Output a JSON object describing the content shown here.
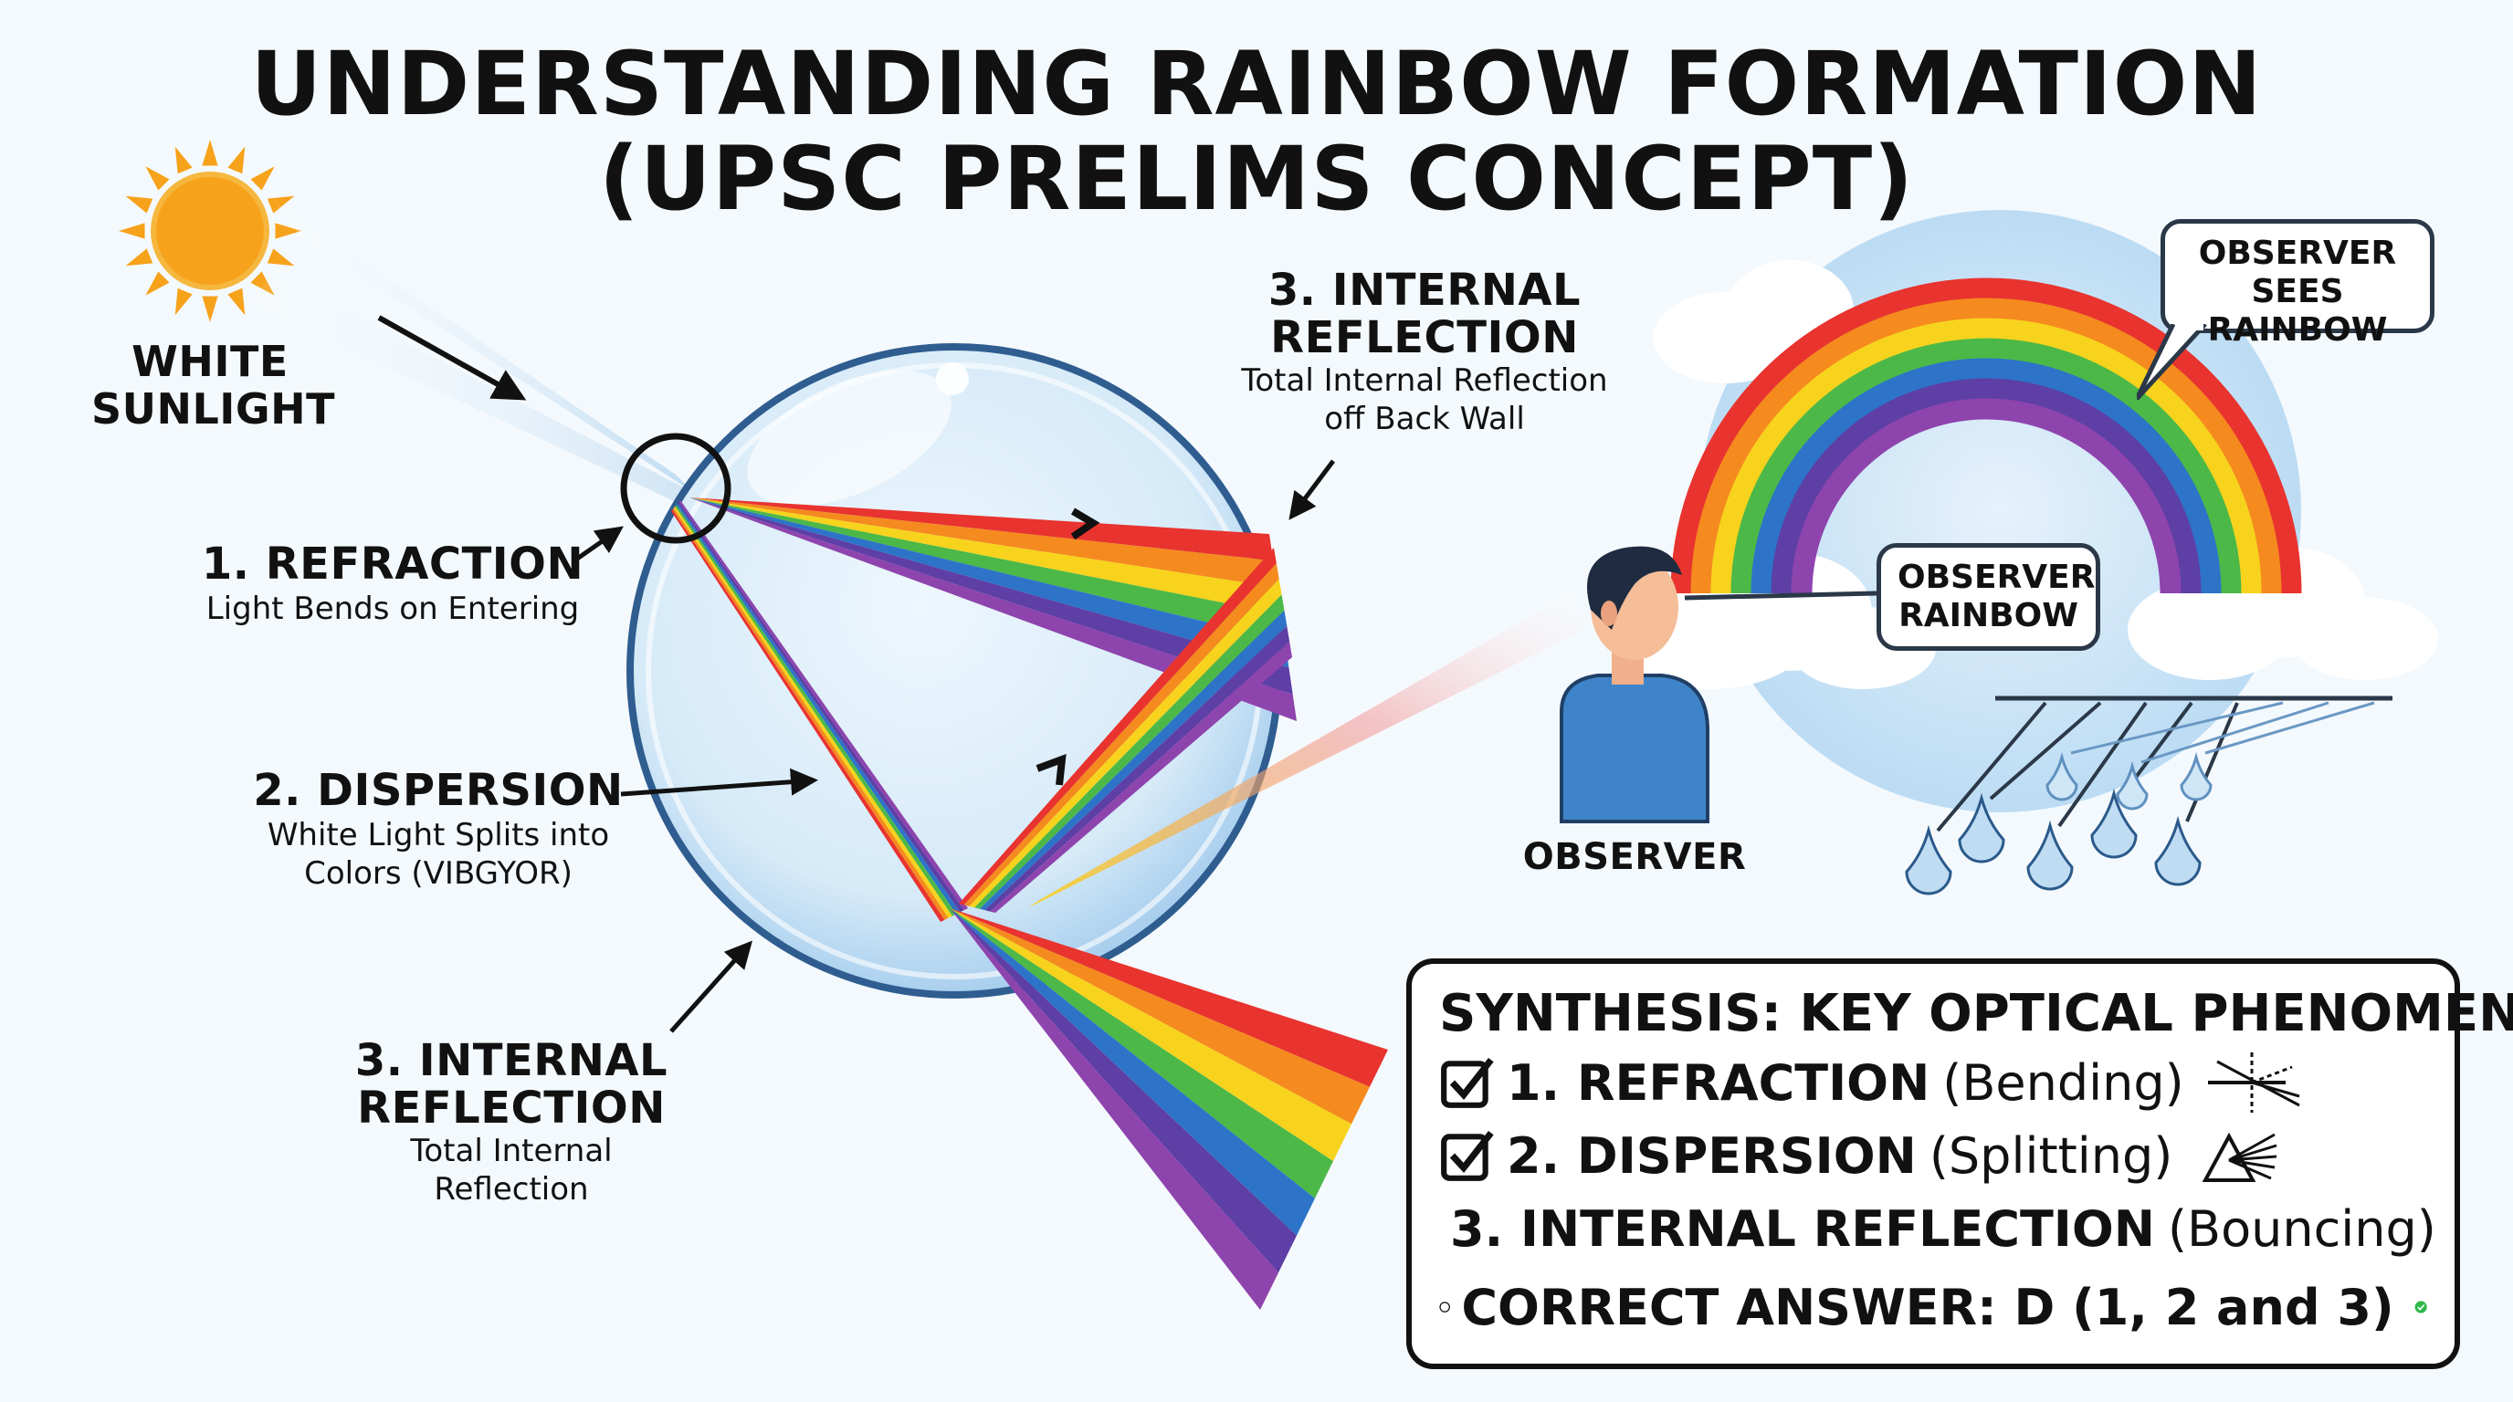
{
  "title": {
    "line1": "UNDERSTANDING RAINBOW FORMATION",
    "line2": "(UPSC PRELIMS CONCEPT)"
  },
  "labels": {
    "sunlight": [
      "WHITE",
      "SUNLIGHT"
    ],
    "refraction": {
      "heading": "1. REFRACTION",
      "sub": "Light Bends on Entering"
    },
    "dispersion": {
      "heading": "2. DISPERSION",
      "sub": [
        "White Light Splits into",
        "Colors (VIBGYOR)"
      ]
    },
    "internal_bottom": {
      "heading": [
        "3. INTERNAL",
        "REFLECTION"
      ],
      "sub": [
        "Total Internal",
        "Reflection"
      ]
    },
    "internal_top": {
      "heading": [
        "3. INTERNAL",
        "REFLECTION"
      ],
      "sub": [
        "Total Internal Reflection",
        "off Back Wall"
      ]
    },
    "observer": "OBSERVER",
    "bubble_top": [
      "OBSERVER",
      "SEES RAINBOW"
    ],
    "bubble_mid": [
      "OBSERVER",
      "RAINBOW"
    ]
  },
  "synthesis": {
    "heading": "SYNTHESIS: KEY OPTICAL PHENOMENA",
    "items": [
      {
        "bold": "1. REFRACTION",
        "normal": "(Bending)",
        "icon": "refraction-icon"
      },
      {
        "bold": "2. DISPERSION",
        "normal": "(Splitting)",
        "icon": "dispersion-icon"
      },
      {
        "bold": "3. INTERNAL REFLECTION",
        "normal": "(Bouncing)",
        "icon": ""
      }
    ],
    "answer": "CORRECT ANSWER: D (1, 2 and 3)"
  },
  "colors": {
    "spectrum": [
      "#e8332f",
      "#f58a1f",
      "#f7d31d",
      "#4cb848",
      "#2d74c8",
      "#5d3fa5",
      "#8e44ad"
    ],
    "sun": "#f7a21b",
    "droplet": "#cfe6f7",
    "sky": "#cfe6f8",
    "check": "#2fb84a"
  }
}
